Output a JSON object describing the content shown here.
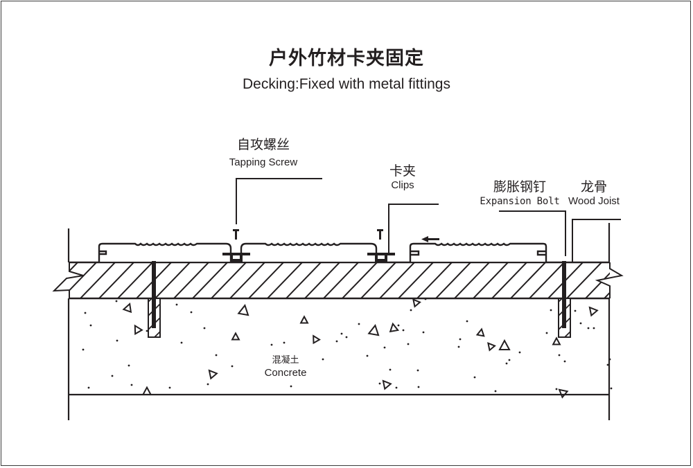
{
  "title": {
    "cn": "户外竹材卡夹固定",
    "en": "Decking:Fixed with metal fittings"
  },
  "labels": {
    "tapping_screw": {
      "cn": "自攻螺丝",
      "en": "Tapping Screw"
    },
    "clips": {
      "cn": "卡夹",
      "en": "Clips"
    },
    "expansion_bolt": {
      "cn": "膨胀钢钉",
      "en": "Expansion Bolt"
    },
    "wood_joist": {
      "cn": "龙骨",
      "en": "Wood Joist"
    },
    "concrete": {
      "cn": "混凝土",
      "en": "Concrete"
    }
  },
  "colors": {
    "line": "#231f20",
    "background": "#ffffff"
  },
  "diagram": {
    "boards": 3,
    "screws": 2,
    "clips": 2,
    "expansion_bolts": 2,
    "installation_direction": "left"
  }
}
